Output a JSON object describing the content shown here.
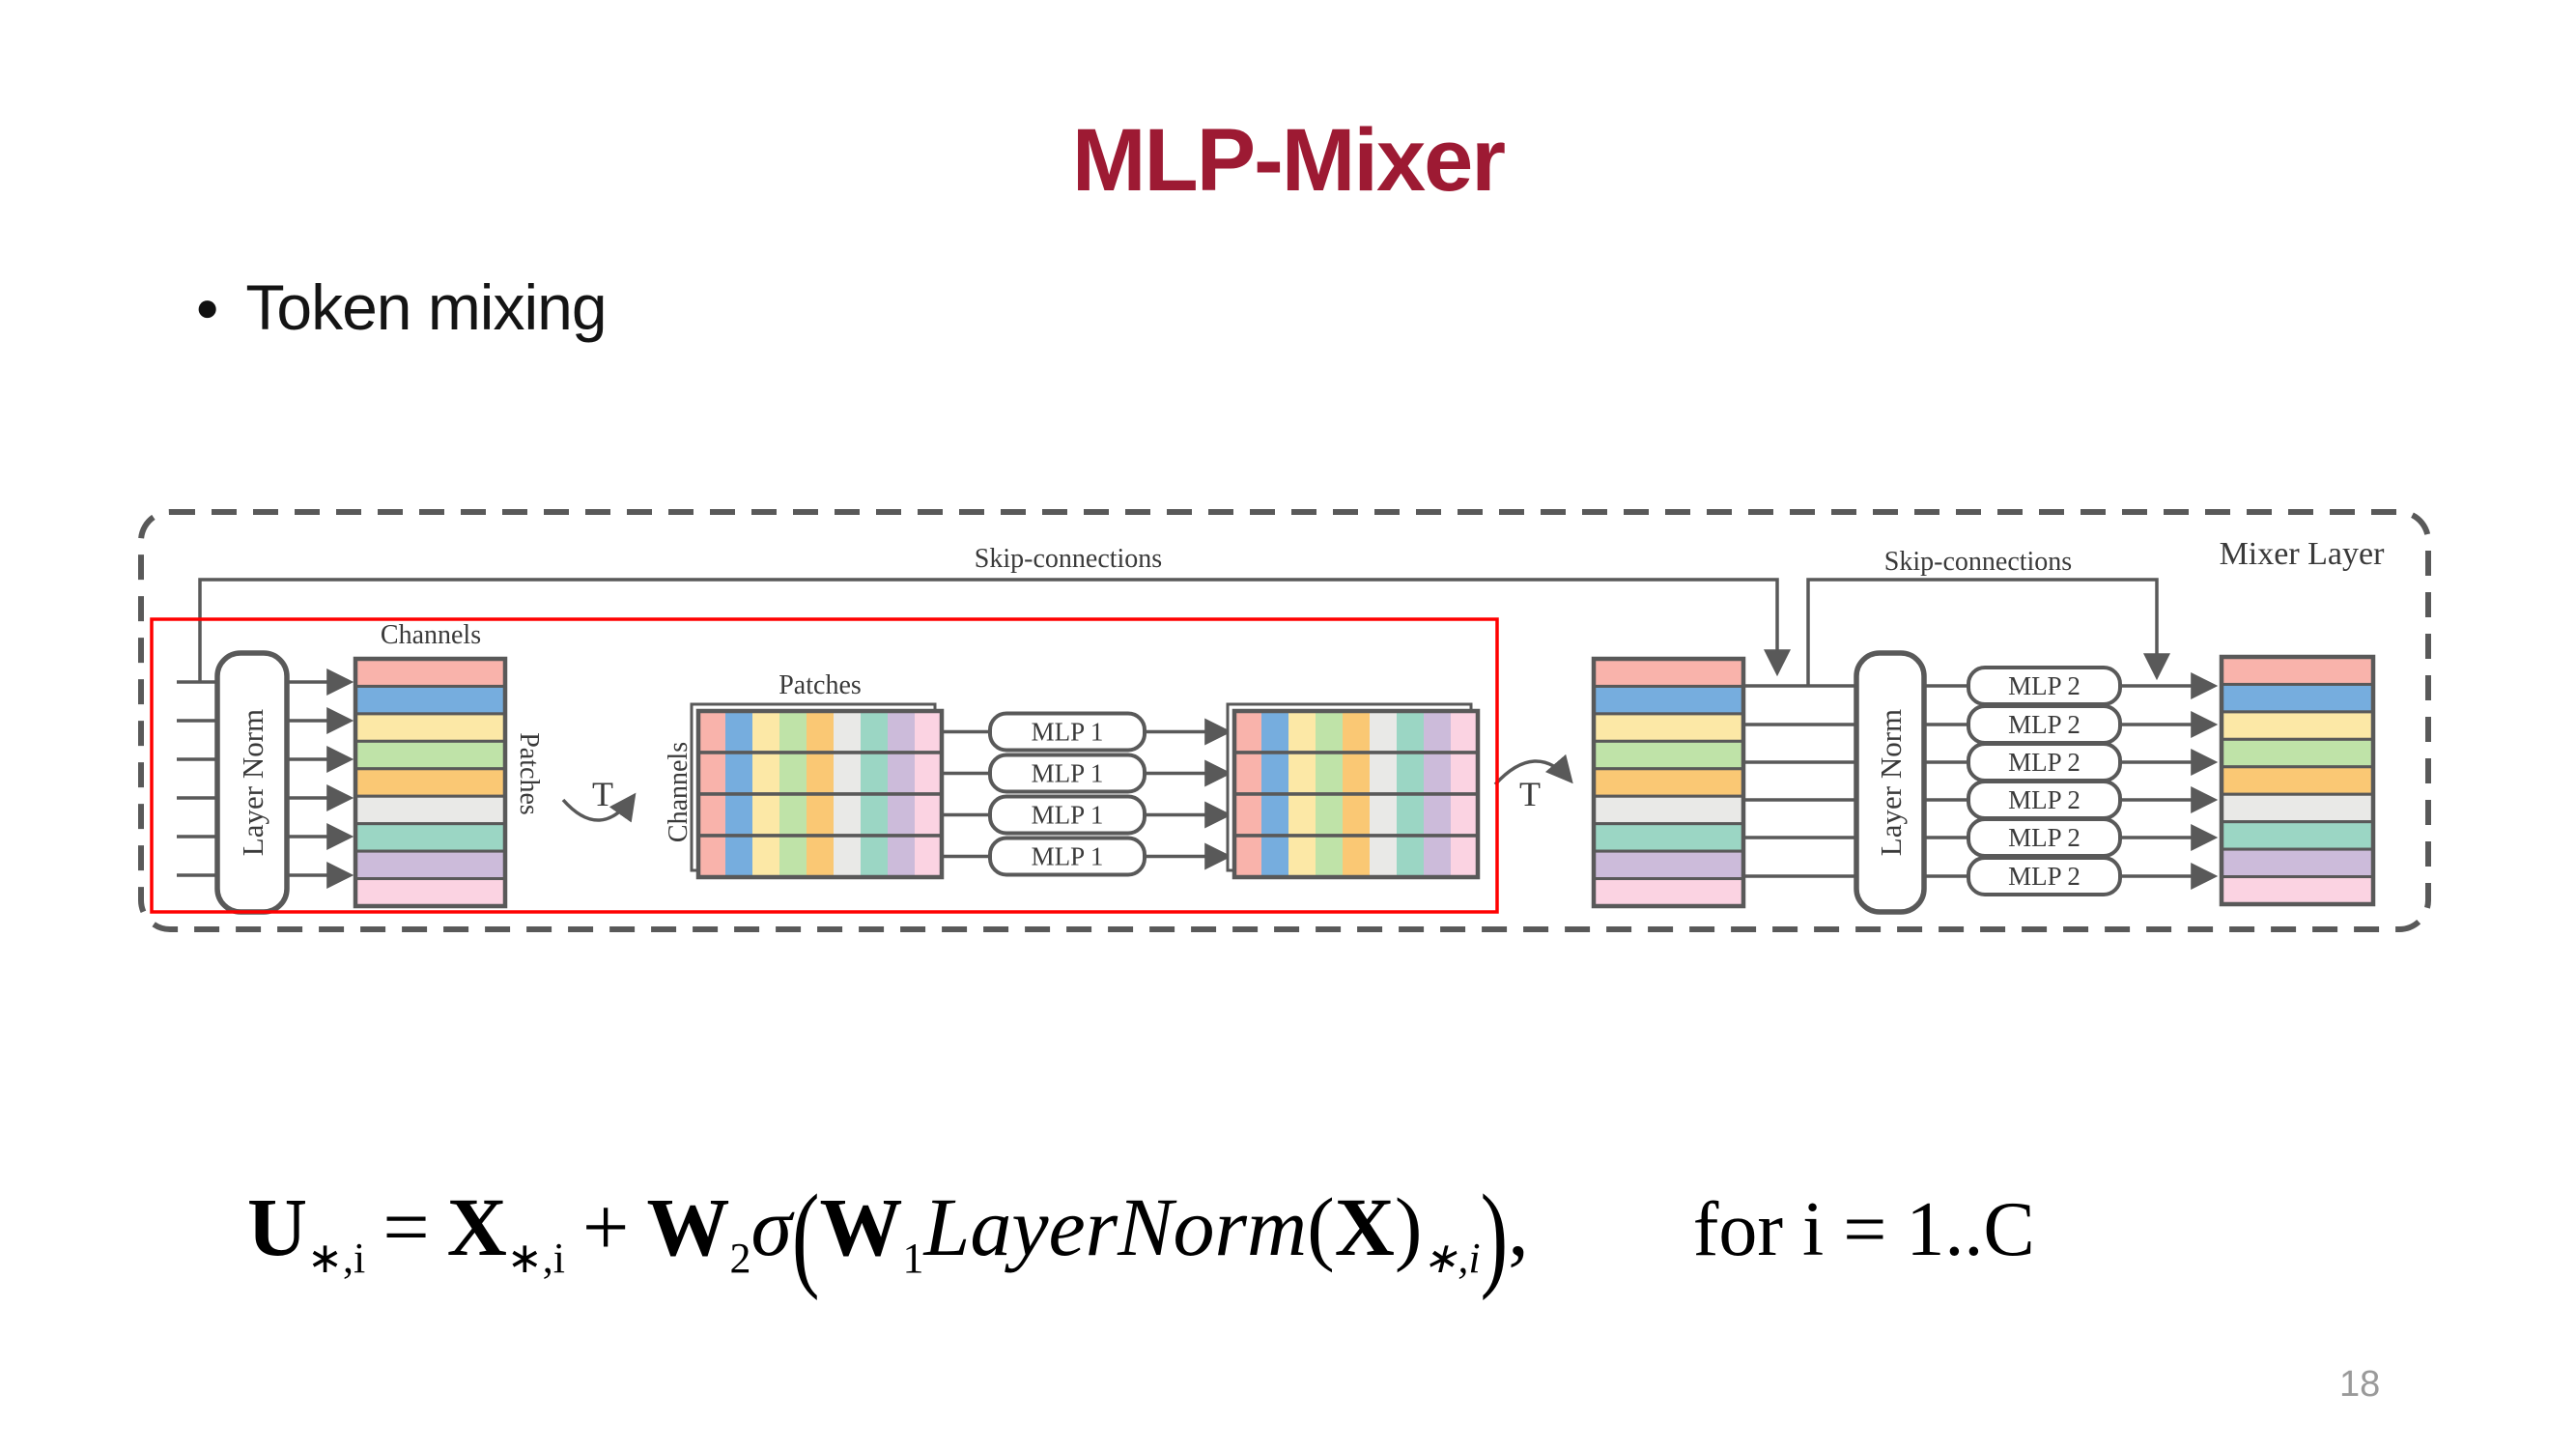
{
  "slide": {
    "title": "MLP-Mixer",
    "title_color": "#9D1A33",
    "bullet": "Token mixing",
    "page_number": "18"
  },
  "diagram": {
    "mixer_layer_label": "Mixer Layer",
    "skip_connections_left": "Skip-connections",
    "skip_connections_right": "Skip-connections",
    "layer_norm_left": "Layer Norm",
    "layer_norm_right": "Layer Norm",
    "channels_top_label": "Channels",
    "patches_side_label": "Patches",
    "patches_top_label": "Patches",
    "channels_side_label": "Channels",
    "transpose_left": "T",
    "transpose_right": "T",
    "mlp1_label": "MLP 1",
    "mlp1_count": 4,
    "mlp2_label": "MLP 2",
    "mlp2_count": 6,
    "stack_rows": 9,
    "table_rows": 4,
    "table_cols": 9,
    "palette": [
      "#F9B3AB",
      "#76ADDE",
      "#FCE8A6",
      "#BFE3A8",
      "#FAC874",
      "#E9E9E7",
      "#9BD6C4",
      "#CCBBDA",
      "#FBD3E2"
    ],
    "stroke_color": "#595959",
    "highlight_color": "#FF0000"
  },
  "formula": {
    "u": "U",
    "sub_ui": "∗,i",
    "equals": "=",
    "x": "X",
    "sub_xi": "∗,i",
    "plus": "+",
    "w2": "W",
    "sub_2": "2",
    "sigma": "σ",
    "lparen_big": "(",
    "w1": "W",
    "sub_1": "1",
    "layernorm": "LayerNorm",
    "lparen": "(",
    "x2": "X",
    "rparen": ")",
    "sub_xi2": "∗,i",
    "rparen_big": ")",
    "comma": ",",
    "condition": "for i = 1..C"
  }
}
